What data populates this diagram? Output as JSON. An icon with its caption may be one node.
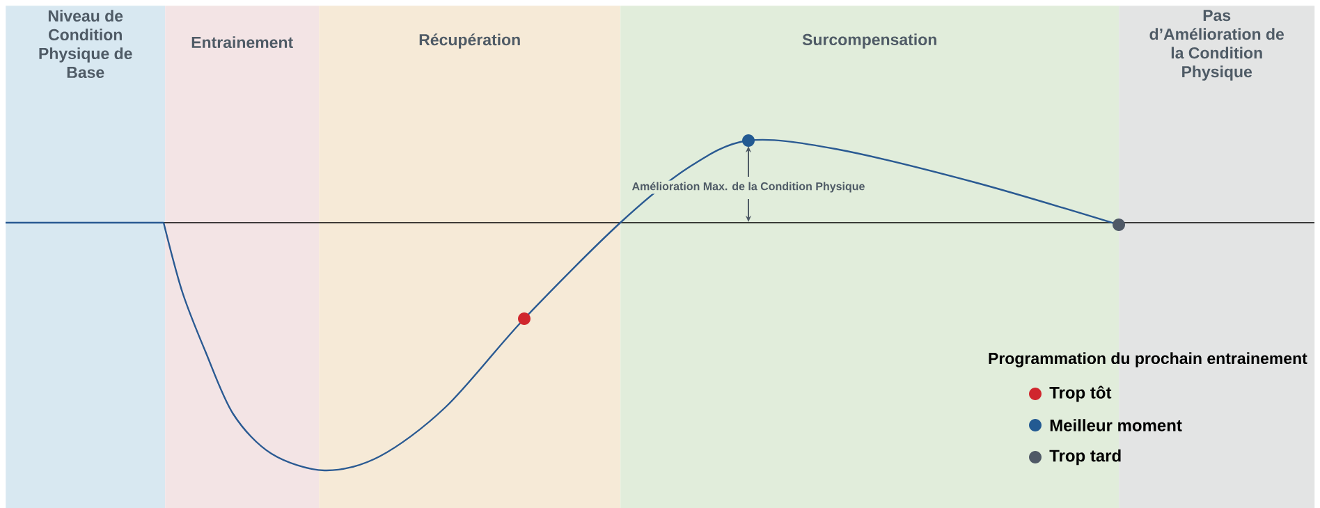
{
  "diagram": {
    "nodes": [
      {
        "text": [
          "Niveau de Condition Physique de Base"
        ]
      },
      {
        "text": [
          "Entrainement"
        ]
      },
      {
        "text": [
          "Récupération"
        ]
      },
      {
        "text": [
          "Surcompensation"
        ]
      },
      {
        "text": [
          "Pas d’Amélioration de la Condition Physique"
        ]
      }
    ],
    "labels": [
      "Amélioration Max. de la Condition Physique",
      "Programmation du prochain entrainement"
    ],
    "legend": [
      {
        "text": "Trop tôt",
        "color": "#d0262d"
      },
      {
        "text": "Meilleur moment",
        "color": "#235a92"
      },
      {
        "text": "Trop tard",
        "color": "#4f5966"
      }
    ]
  }
}
